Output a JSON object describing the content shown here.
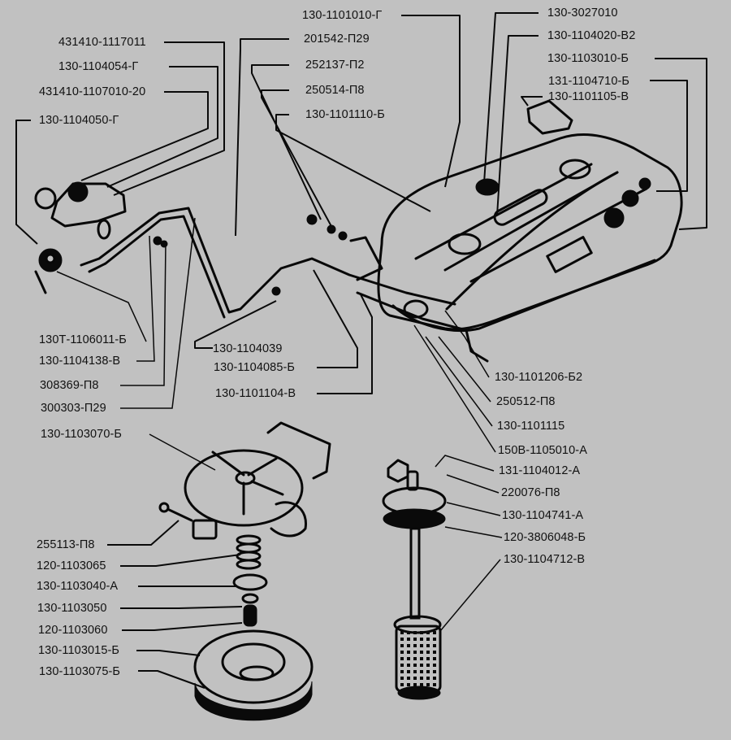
{
  "diagram": {
    "title": "Fuel tank and fuel lines assembly (exploded view)",
    "background_color": "#c1c1c1",
    "line_color": "#0a0a0a",
    "components": {
      "fuel_tank": "fuel-tank",
      "fuel_lines": "fuel-lines",
      "valve_block": "fuel-valve-block",
      "tap_assembly": "fuel-tap-assembly",
      "filler_neck": "filler-neck-parts",
      "intake_filter": "fuel-intake-filter"
    },
    "labels": {
      "top_left": [
        "431410-1117011",
        "130-1104054-Г",
        "431410-1107010-20",
        "130-1104050-Г"
      ],
      "top_center": [
        "130-1101010-Г",
        "201542-П29",
        "252137-П2",
        "250514-П8",
        "130-1101110-Б"
      ],
      "top_right": [
        "130-3027010",
        "130-1104020-В2",
        "130-1103010-Б",
        "131-1104710-Б",
        "130-1101105-В"
      ],
      "mid_left": [
        "130Т-1106011-Б",
        "130-1104138-В",
        "308369-П8",
        "300303-П29"
      ],
      "mid_center": [
        "130-1104039",
        "130-1104085-Б",
        "130-1101104-В"
      ],
      "mid_right": [
        "130-1101206-Б2",
        "250512-П8",
        "130-1101115",
        "150В-1105010-А"
      ],
      "lower_left": [
        "130-1103070-Б",
        "255113-П8",
        "120-1103065",
        "130-1103040-А",
        "130-1103050",
        "120-1103060",
        "130-1103015-Б",
        "130-1103075-Б"
      ],
      "lower_right": [
        "131-1104012-А",
        "220076-П8",
        "130-1104741-А",
        "120-3806048-Б",
        "130-1104712-В"
      ]
    }
  }
}
